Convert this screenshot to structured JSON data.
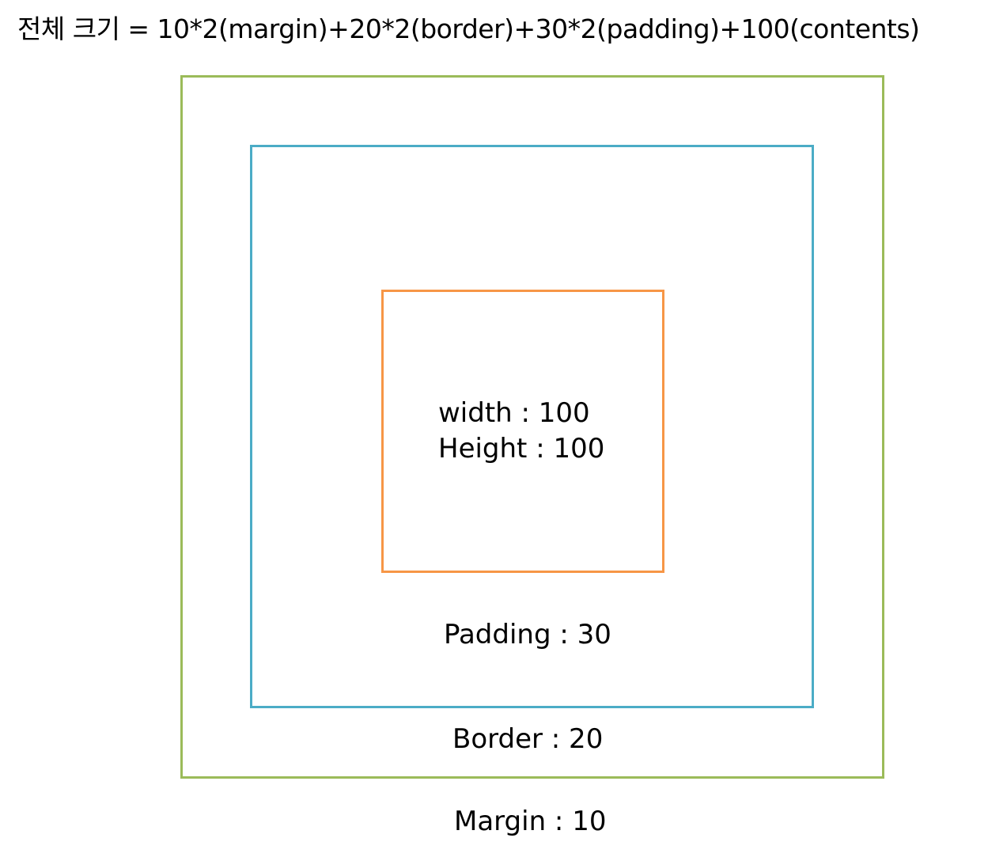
{
  "header": {
    "formula": "전체 크기 = 10*2(margin)+20*2(border)+30*2(padding)+100(contents)"
  },
  "boxes": {
    "margin": {
      "label": "Margin : 10",
      "color": "#9bbb59"
    },
    "border": {
      "label": "Border : 20",
      "color": "#4bacc6"
    },
    "padding": {
      "label": "Padding : 30"
    },
    "content": {
      "color": "#f79646",
      "width_label": "width : 100",
      "height_label": "Height : 100"
    }
  }
}
